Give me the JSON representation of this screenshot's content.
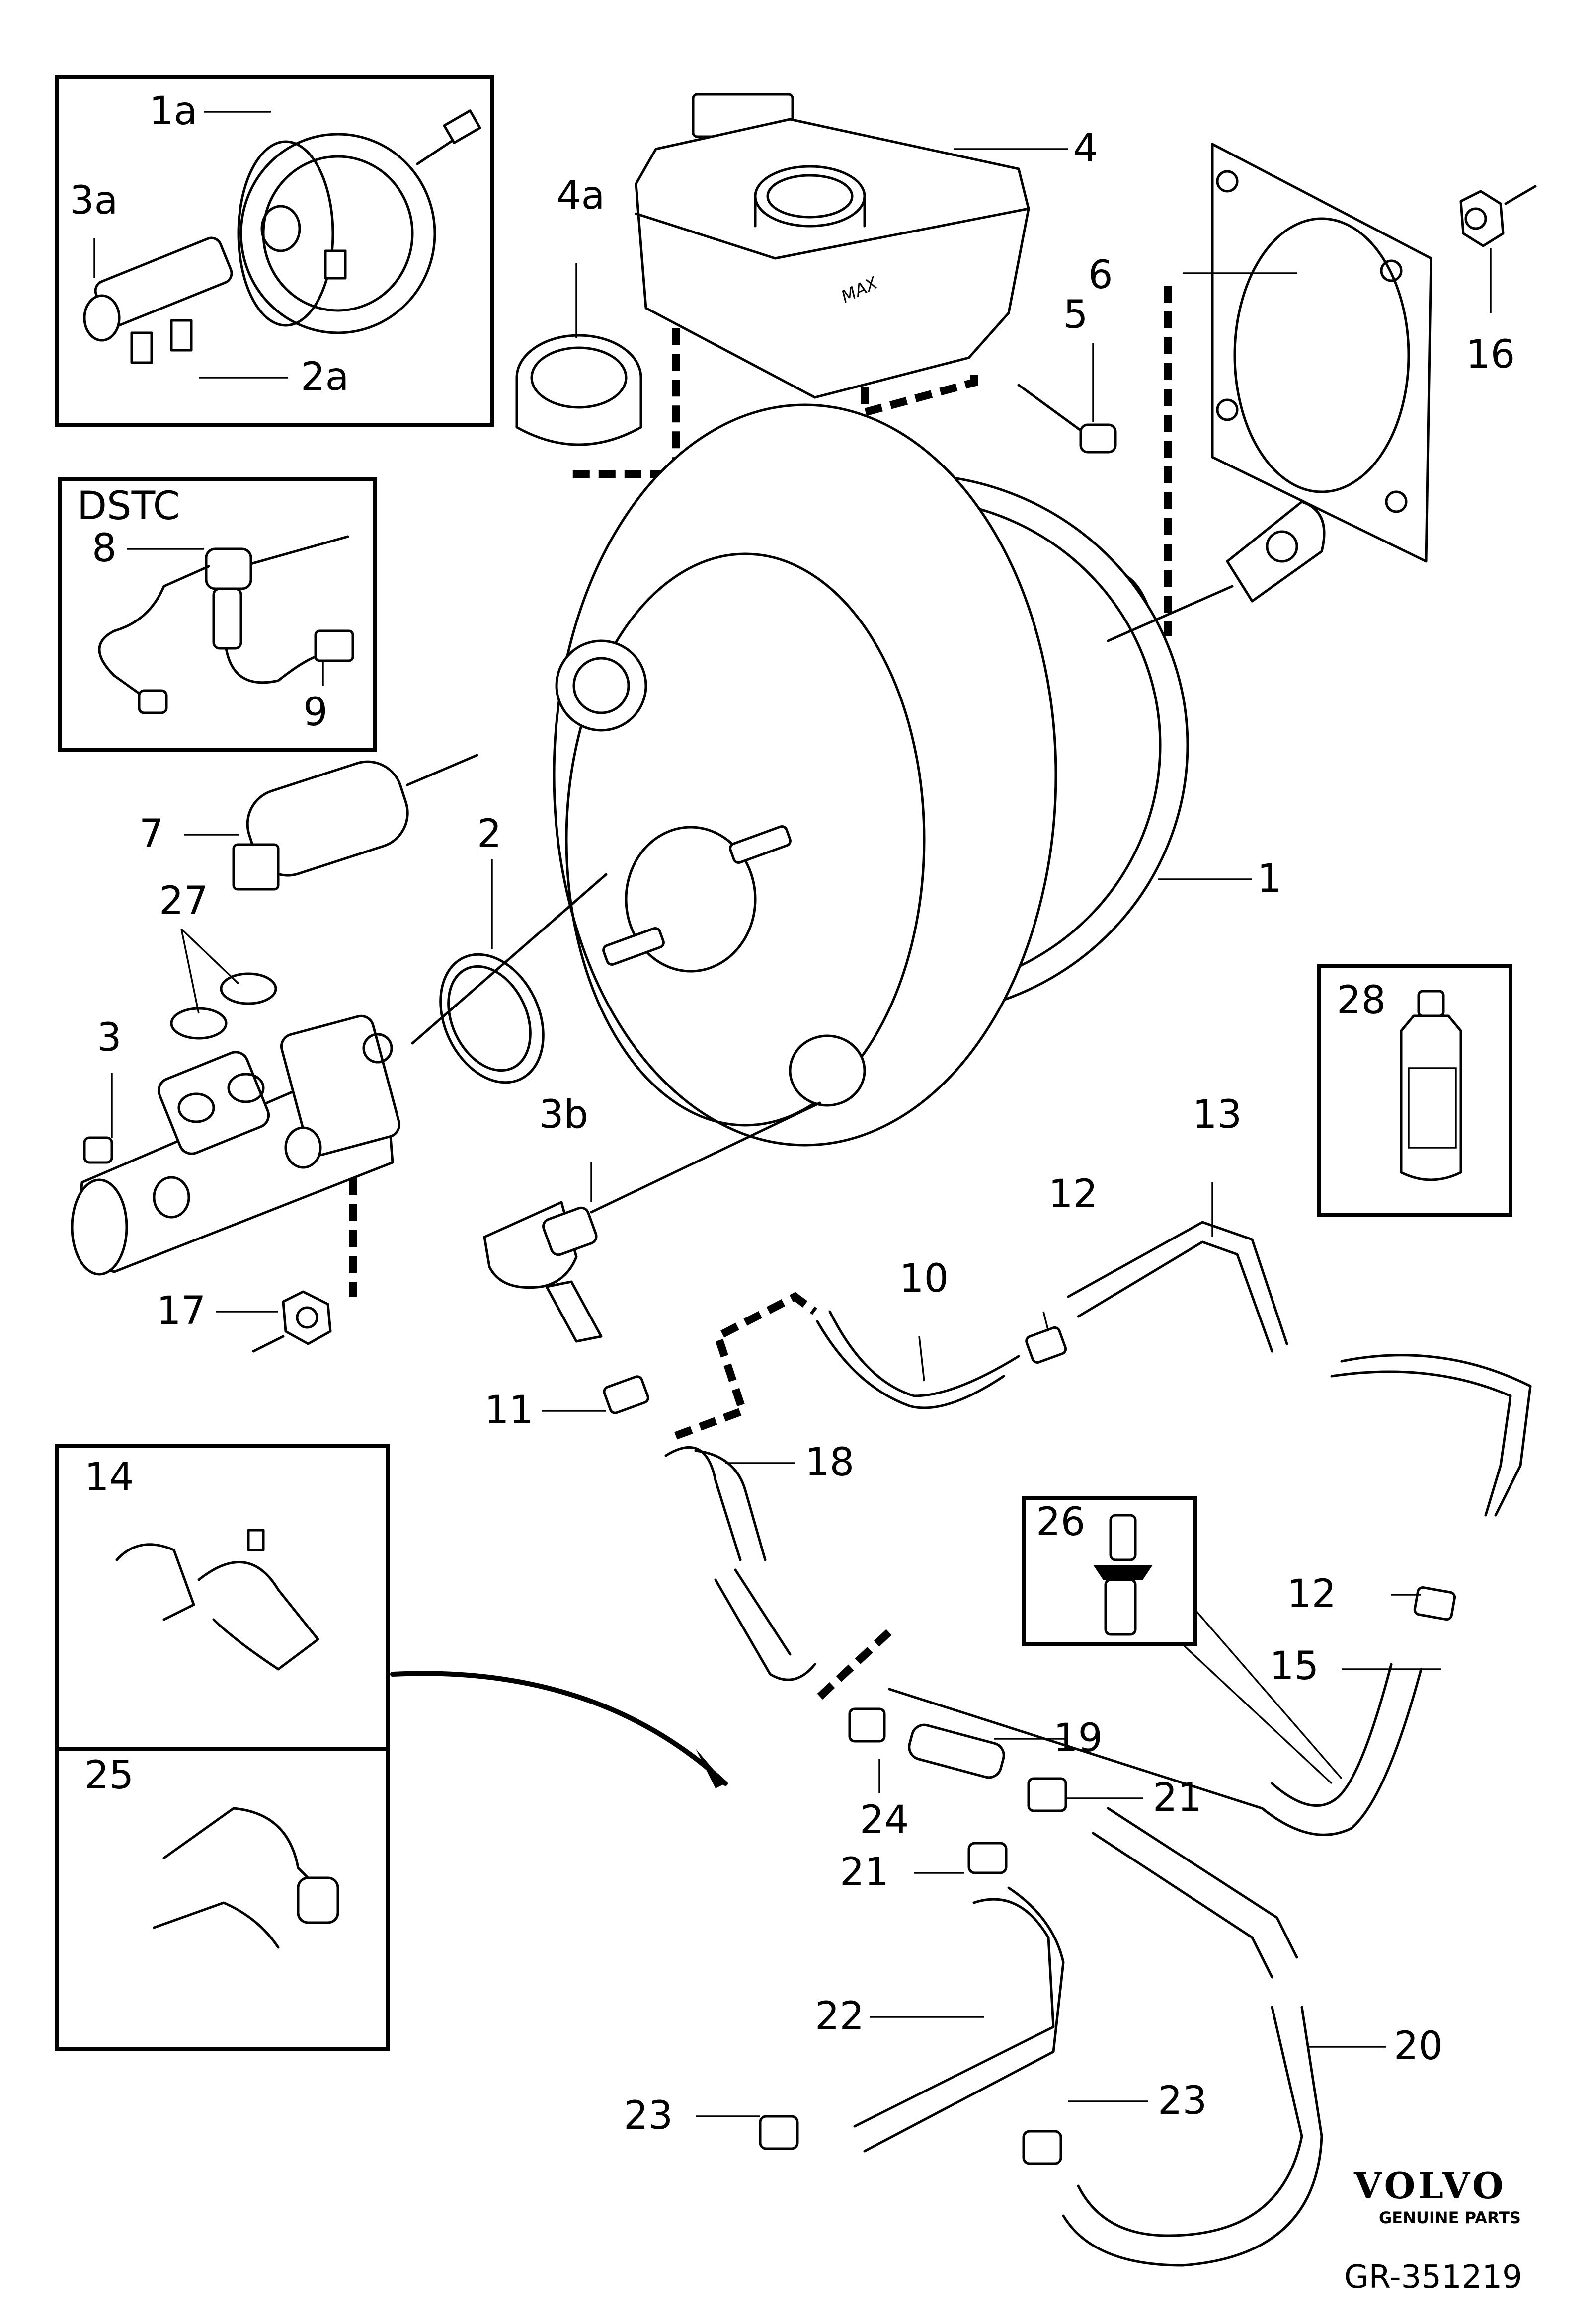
{
  "callouts": {
    "c1a": "1a",
    "c3a": "3a",
    "c2a": "2a",
    "c4": "4",
    "c4a": "4a",
    "c5": "5",
    "c6": "6",
    "c16": "16",
    "dstc": "DSTC",
    "c8": "8",
    "c9": "9",
    "c7": "7",
    "c2": "2",
    "c1": "1",
    "c27": "27",
    "c3": "3",
    "c28": "28",
    "c3b": "3b",
    "c13": "13",
    "c12a": "12",
    "c10": "10",
    "c17": "17",
    "c11": "11",
    "c18": "18",
    "c14": "14",
    "c26": "26",
    "c12b": "12",
    "c15": "15",
    "c19": "19",
    "c21a": "21",
    "c24": "24",
    "c21b": "21",
    "c25": "25",
    "c22": "22",
    "c20": "20",
    "c23a": "23",
    "c23b": "23"
  },
  "reservoir_mark": "MAX",
  "brand": {
    "name": "VOLVO",
    "tagline": "GENUINE PARTS"
  },
  "reference": "GR-351219"
}
